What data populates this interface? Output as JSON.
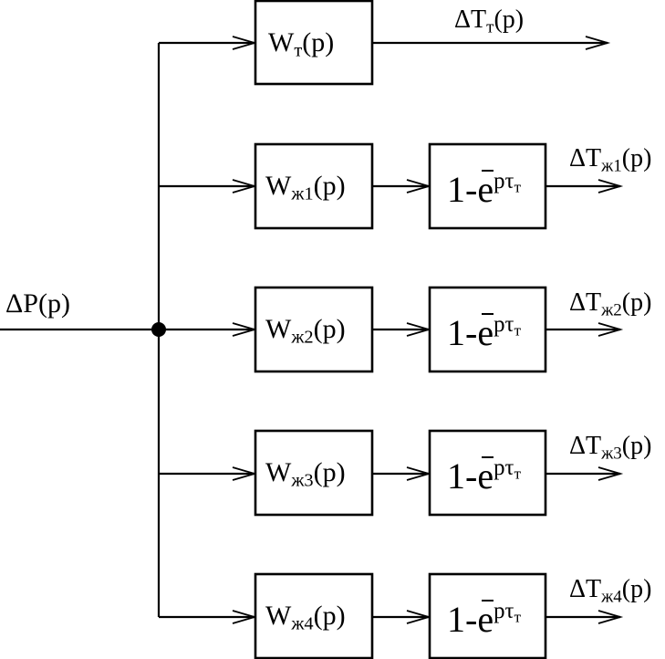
{
  "diagram": {
    "input_label": {
      "main": "ΔP(p)"
    },
    "junction": "branch-point",
    "branches": [
      {
        "id": "t",
        "transfer_block": {
          "base": "W",
          "sub": "т",
          "arg": "(p)"
        },
        "delay_block": null,
        "output_label": {
          "prefix": "ΔT",
          "sub": "т",
          "arg": "(p)"
        }
      },
      {
        "id": "zh1",
        "transfer_block": {
          "base": "W",
          "sub": "ж1",
          "arg": "(p)"
        },
        "delay_block": {
          "lead": "1-",
          "e": "e",
          "exp": "pτ",
          "exp_sub": "т"
        },
        "output_label": {
          "prefix": "ΔT",
          "sub": "ж1",
          "arg": "(p)"
        }
      },
      {
        "id": "zh2",
        "transfer_block": {
          "base": "W",
          "sub": "ж2",
          "arg": "(p)"
        },
        "delay_block": {
          "lead": "1-",
          "e": "e",
          "exp": "pτ",
          "exp_sub": "т"
        },
        "output_label": {
          "prefix": "ΔT",
          "sub": "ж2",
          "arg": "(p)"
        }
      },
      {
        "id": "zh3",
        "transfer_block": {
          "base": "W",
          "sub": "ж3",
          "arg": "(p)"
        },
        "delay_block": {
          "lead": "1-",
          "e": "e",
          "exp": "pτ",
          "exp_sub": "т"
        },
        "output_label": {
          "prefix": "ΔT",
          "sub": "ж3",
          "arg": "(p)"
        }
      },
      {
        "id": "zh4",
        "transfer_block": {
          "base": "W",
          "sub": "ж4",
          "arg": "(p)"
        },
        "delay_block": {
          "lead": "1-",
          "e": "e",
          "exp": "pτ",
          "exp_sub": "т"
        },
        "output_label": {
          "prefix": "ΔT",
          "sub": "ж4",
          "arg": "(p)"
        }
      }
    ],
    "colors": {
      "stroke": "#000000",
      "background": "#ffffff"
    }
  }
}
